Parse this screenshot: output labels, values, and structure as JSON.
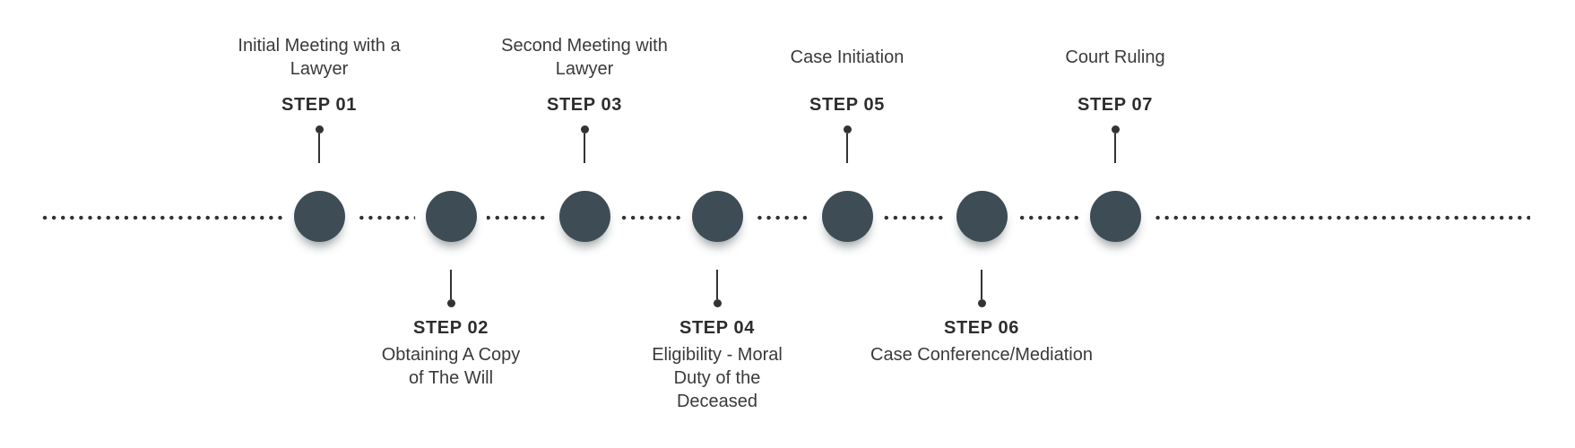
{
  "colors": {
    "node": "#3e4d55",
    "connector": "#333333",
    "step_label": "#2d2d2d",
    "title": "#3a3a3a",
    "background": "#ffffff"
  },
  "timeline": {
    "description": "7-step horizontal process timeline with dotted track",
    "steps": [
      {
        "label": "STEP 01",
        "title": "Initial Meeting with a\nLawyer",
        "position": "above"
      },
      {
        "label": "STEP 02",
        "title": "Obtaining A Copy\nof The Will",
        "position": "below"
      },
      {
        "label": "STEP 03",
        "title": "Second Meeting with\nLawyer",
        "position": "above"
      },
      {
        "label": "STEP 04",
        "title": "Eligibility - Moral\nDuty of the\nDeceased",
        "position": "below"
      },
      {
        "label": "STEP 05",
        "title": "Case Initiation",
        "position": "above"
      },
      {
        "label": "STEP 06",
        "title": "Case Conference/Mediation",
        "position": "below"
      },
      {
        "label": "STEP 07",
        "title": "Court Ruling",
        "position": "above"
      }
    ]
  }
}
